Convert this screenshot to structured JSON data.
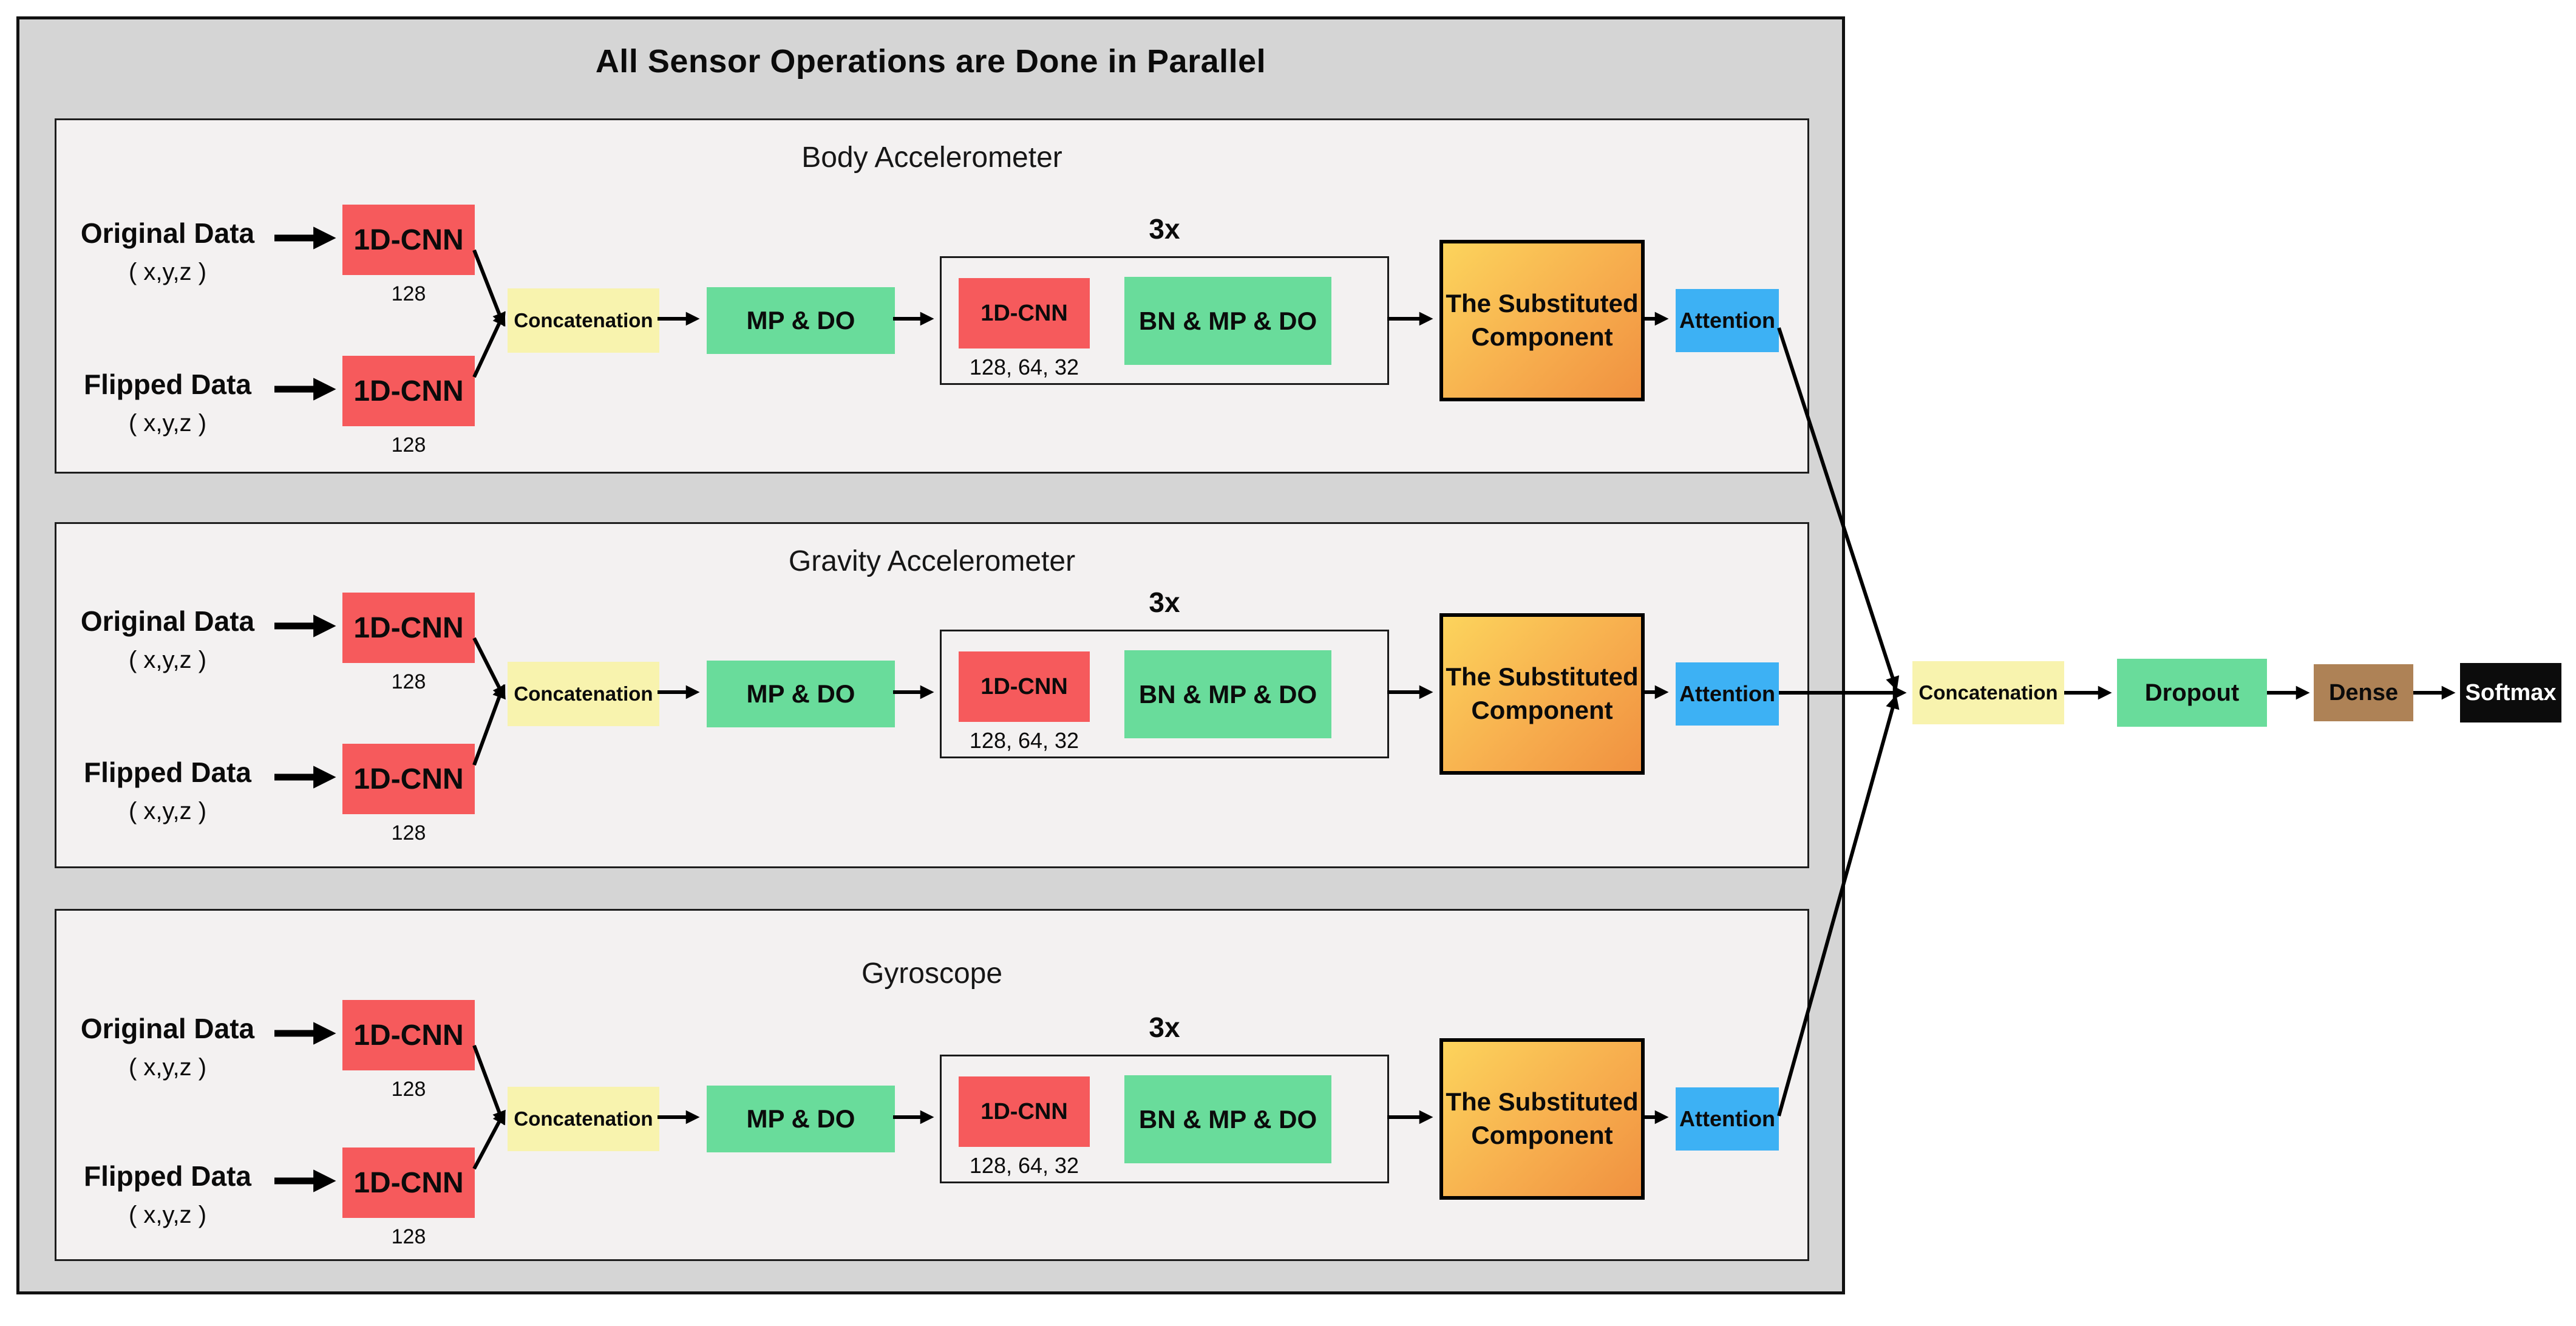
{
  "diagram_title": "All Sensor Operations are Done in Parallel",
  "sections": [
    {
      "title": "Body Accelerometer",
      "rows": [
        {
          "label": "Original Data",
          "sub": "( x,y,z )",
          "block": "1D-CNN",
          "units": "128"
        },
        {
          "label": "Flipped Data",
          "sub": "( x,y,z )",
          "block": "1D-CNN",
          "units": "128"
        }
      ],
      "concat_label": "Concatenation",
      "mpdo_label": "MP & DO",
      "repeat_label": "3x",
      "inner_cnn_label": "1D-CNN",
      "inner_units": "128, 64, 32",
      "bn_label": "BN & MP & DO",
      "substituted_label": "The Substituted Component",
      "attention_label": "Attention"
    },
    {
      "title": "Gravity Accelerometer",
      "rows": [
        {
          "label": "Original Data",
          "sub": "( x,y,z )",
          "block": "1D-CNN",
          "units": "128"
        },
        {
          "label": "Flipped Data",
          "sub": "( x,y,z )",
          "block": "1D-CNN",
          "units": "128"
        }
      ],
      "concat_label": "Concatenation",
      "mpdo_label": "MP & DO",
      "repeat_label": "3x",
      "inner_cnn_label": "1D-CNN",
      "inner_units": "128, 64, 32",
      "bn_label": "BN & MP & DO",
      "substituted_label": "The Substituted Component",
      "attention_label": "Attention"
    },
    {
      "title": "Gyroscope",
      "rows": [
        {
          "label": "Original Data",
          "sub": "( x,y,z )",
          "block": "1D-CNN",
          "units": "128"
        },
        {
          "label": "Flipped Data",
          "sub": "( x,y,z )",
          "block": "1D-CNN",
          "units": "128"
        }
      ],
      "concat_label": "Concatenation",
      "mpdo_label": "MP & DO",
      "repeat_label": "3x",
      "inner_cnn_label": "1D-CNN",
      "inner_units": "128, 64, 32",
      "bn_label": "BN & MP & DO",
      "substituted_label": "The Substituted Component",
      "attention_label": "Attention"
    }
  ],
  "output_chain": {
    "concat": "Concatenation",
    "dropout": "Dropout",
    "dense": "Dense",
    "softmax": "Softmax"
  },
  "colors": {
    "cnn_red": "#f65a5c",
    "concat_yellow": "#f8f3ae",
    "pool_green": "#69dc9b",
    "attention_blue": "#3db1f4",
    "substituted_gradient_start": "#fcd45c",
    "substituted_gradient_end": "#f09140",
    "dense_brown": "#ae8256",
    "softmax_black": "#0c0c0c",
    "panel_gray": "#d5d5d5",
    "section_bg": "#f3f1f1"
  }
}
